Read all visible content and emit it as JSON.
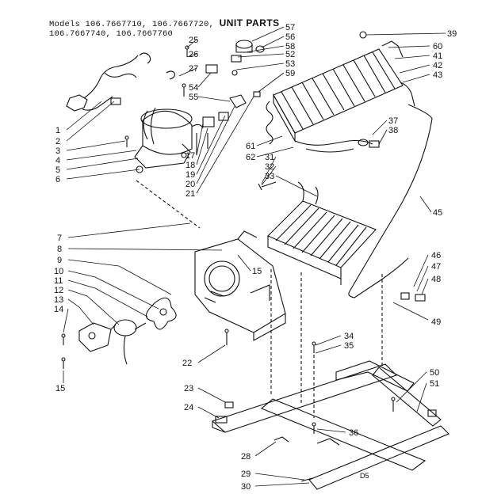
{
  "header": {
    "line1_models": "Models 106.7667710, 106.7667720,",
    "line1_title": "UNIT PARTS",
    "line2_models": "106.7667740, 106.7667760"
  },
  "corner_code": "D5",
  "callouts": [
    {
      "n": "25"
    },
    {
      "n": "26"
    },
    {
      "n": "27"
    },
    {
      "n": "54"
    },
    {
      "n": "55"
    },
    {
      "n": "57"
    },
    {
      "n": "56"
    },
    {
      "n": "58"
    },
    {
      "n": "52"
    },
    {
      "n": "53"
    },
    {
      "n": "59"
    },
    {
      "n": "39"
    },
    {
      "n": "60"
    },
    {
      "n": "41"
    },
    {
      "n": "42"
    },
    {
      "n": "43"
    },
    {
      "n": "37"
    },
    {
      "n": "38"
    },
    {
      "n": "61"
    },
    {
      "n": "62"
    },
    {
      "n": "31"
    },
    {
      "n": "32"
    },
    {
      "n": "33"
    },
    {
      "n": "45"
    },
    {
      "n": "1"
    },
    {
      "n": "2"
    },
    {
      "n": "3"
    },
    {
      "n": "4"
    },
    {
      "n": "5"
    },
    {
      "n": "6"
    },
    {
      "n": "17"
    },
    {
      "n": "18"
    },
    {
      "n": "19"
    },
    {
      "n": "20"
    },
    {
      "n": "21"
    },
    {
      "n": "7"
    },
    {
      "n": "8"
    },
    {
      "n": "9"
    },
    {
      "n": "10"
    },
    {
      "n": "11"
    },
    {
      "n": "12"
    },
    {
      "n": "13"
    },
    {
      "n": "14"
    },
    {
      "n": "15"
    },
    {
      "n": "15"
    },
    {
      "n": "46"
    },
    {
      "n": "47"
    },
    {
      "n": "48"
    },
    {
      "n": "49"
    },
    {
      "n": "34"
    },
    {
      "n": "35"
    },
    {
      "n": "22"
    },
    {
      "n": "50"
    },
    {
      "n": "51"
    },
    {
      "n": "23"
    },
    {
      "n": "24"
    },
    {
      "n": "36"
    },
    {
      "n": "28"
    },
    {
      "n": "29"
    },
    {
      "n": "30"
    }
  ]
}
